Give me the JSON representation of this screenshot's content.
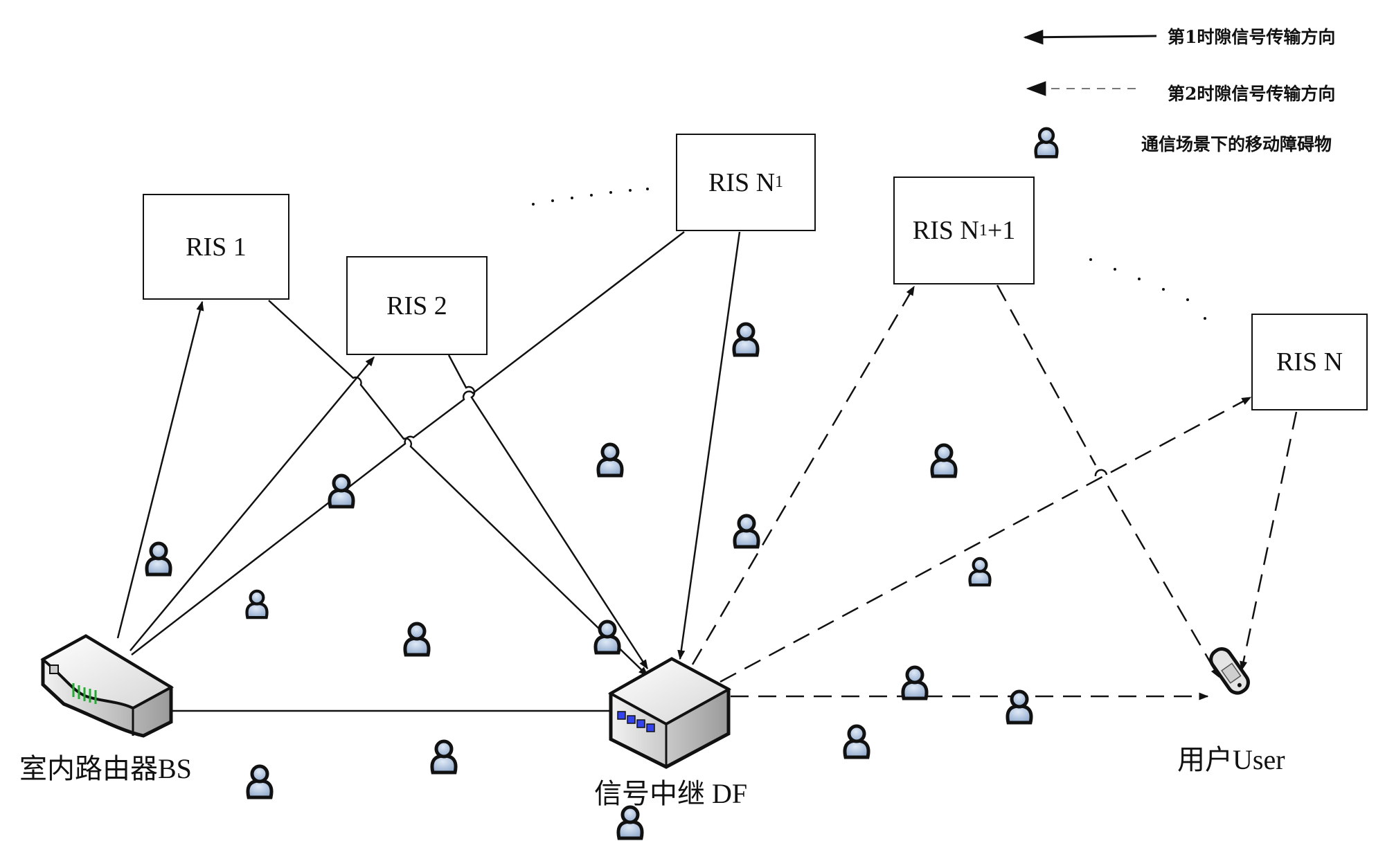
{
  "legend": {
    "slot1": "第1时隙信号传输方向",
    "slot2": "第2时隙信号传输方向",
    "obstacle": "通信场景下的移动障碍物"
  },
  "ris": {
    "ris1": {
      "main": "RIS 1",
      "sub": "",
      "tail": ""
    },
    "ris2": {
      "main": "RIS 2",
      "sub": "",
      "tail": ""
    },
    "risN1": {
      "main": "RIS N",
      "sub": "1",
      "tail": ""
    },
    "risN1p1": {
      "main": "RIS N",
      "sub": "1",
      "tail": "+1"
    },
    "risN": {
      "main": "RIS N",
      "sub": "",
      "tail": ""
    }
  },
  "nodes": {
    "bs": "室内路由器BS",
    "relay": "信号中继 DF",
    "user": "用户User"
  },
  "colors": {
    "line": "#111111",
    "person_fill": "#a9bfdc",
    "led_green": "#22aa33",
    "relay_led": "#3344ee"
  }
}
